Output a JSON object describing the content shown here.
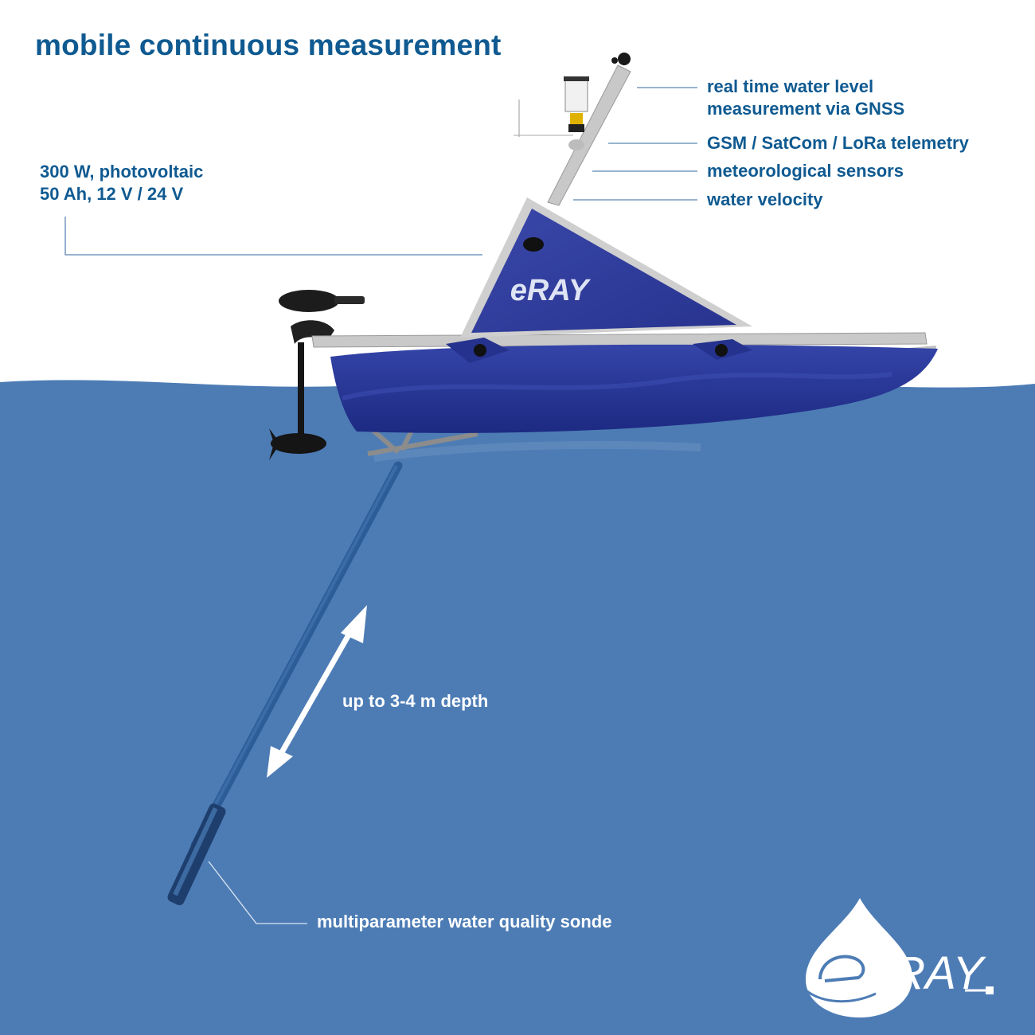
{
  "title": "mobile continuous measurement",
  "power_label": {
    "line1": "300 W, photovoltaic",
    "line2": "50 Ah, 12 V / 24 V"
  },
  "sensor_labels": {
    "gnss_line1": "real time water level",
    "gnss_line2": "measurement via GNSS",
    "telemetry": "GSM / SatCom / LoRa telemetry",
    "meteo": "meteorological sensors",
    "velocity": "water velocity"
  },
  "depth_label": "up to 3-4 m depth",
  "sonde_label": "multiparameter water quality sonde",
  "brand": {
    "hull_logo": "eRAY",
    "corner_logo": "eRAY"
  },
  "colors": {
    "title_text": "#0f5a91",
    "water": "#4d7cb5",
    "hull": "#2c3b9a",
    "panel": "#2f3d9c",
    "frame": "#bcbcbc",
    "leader": "#5a86b4"
  }
}
